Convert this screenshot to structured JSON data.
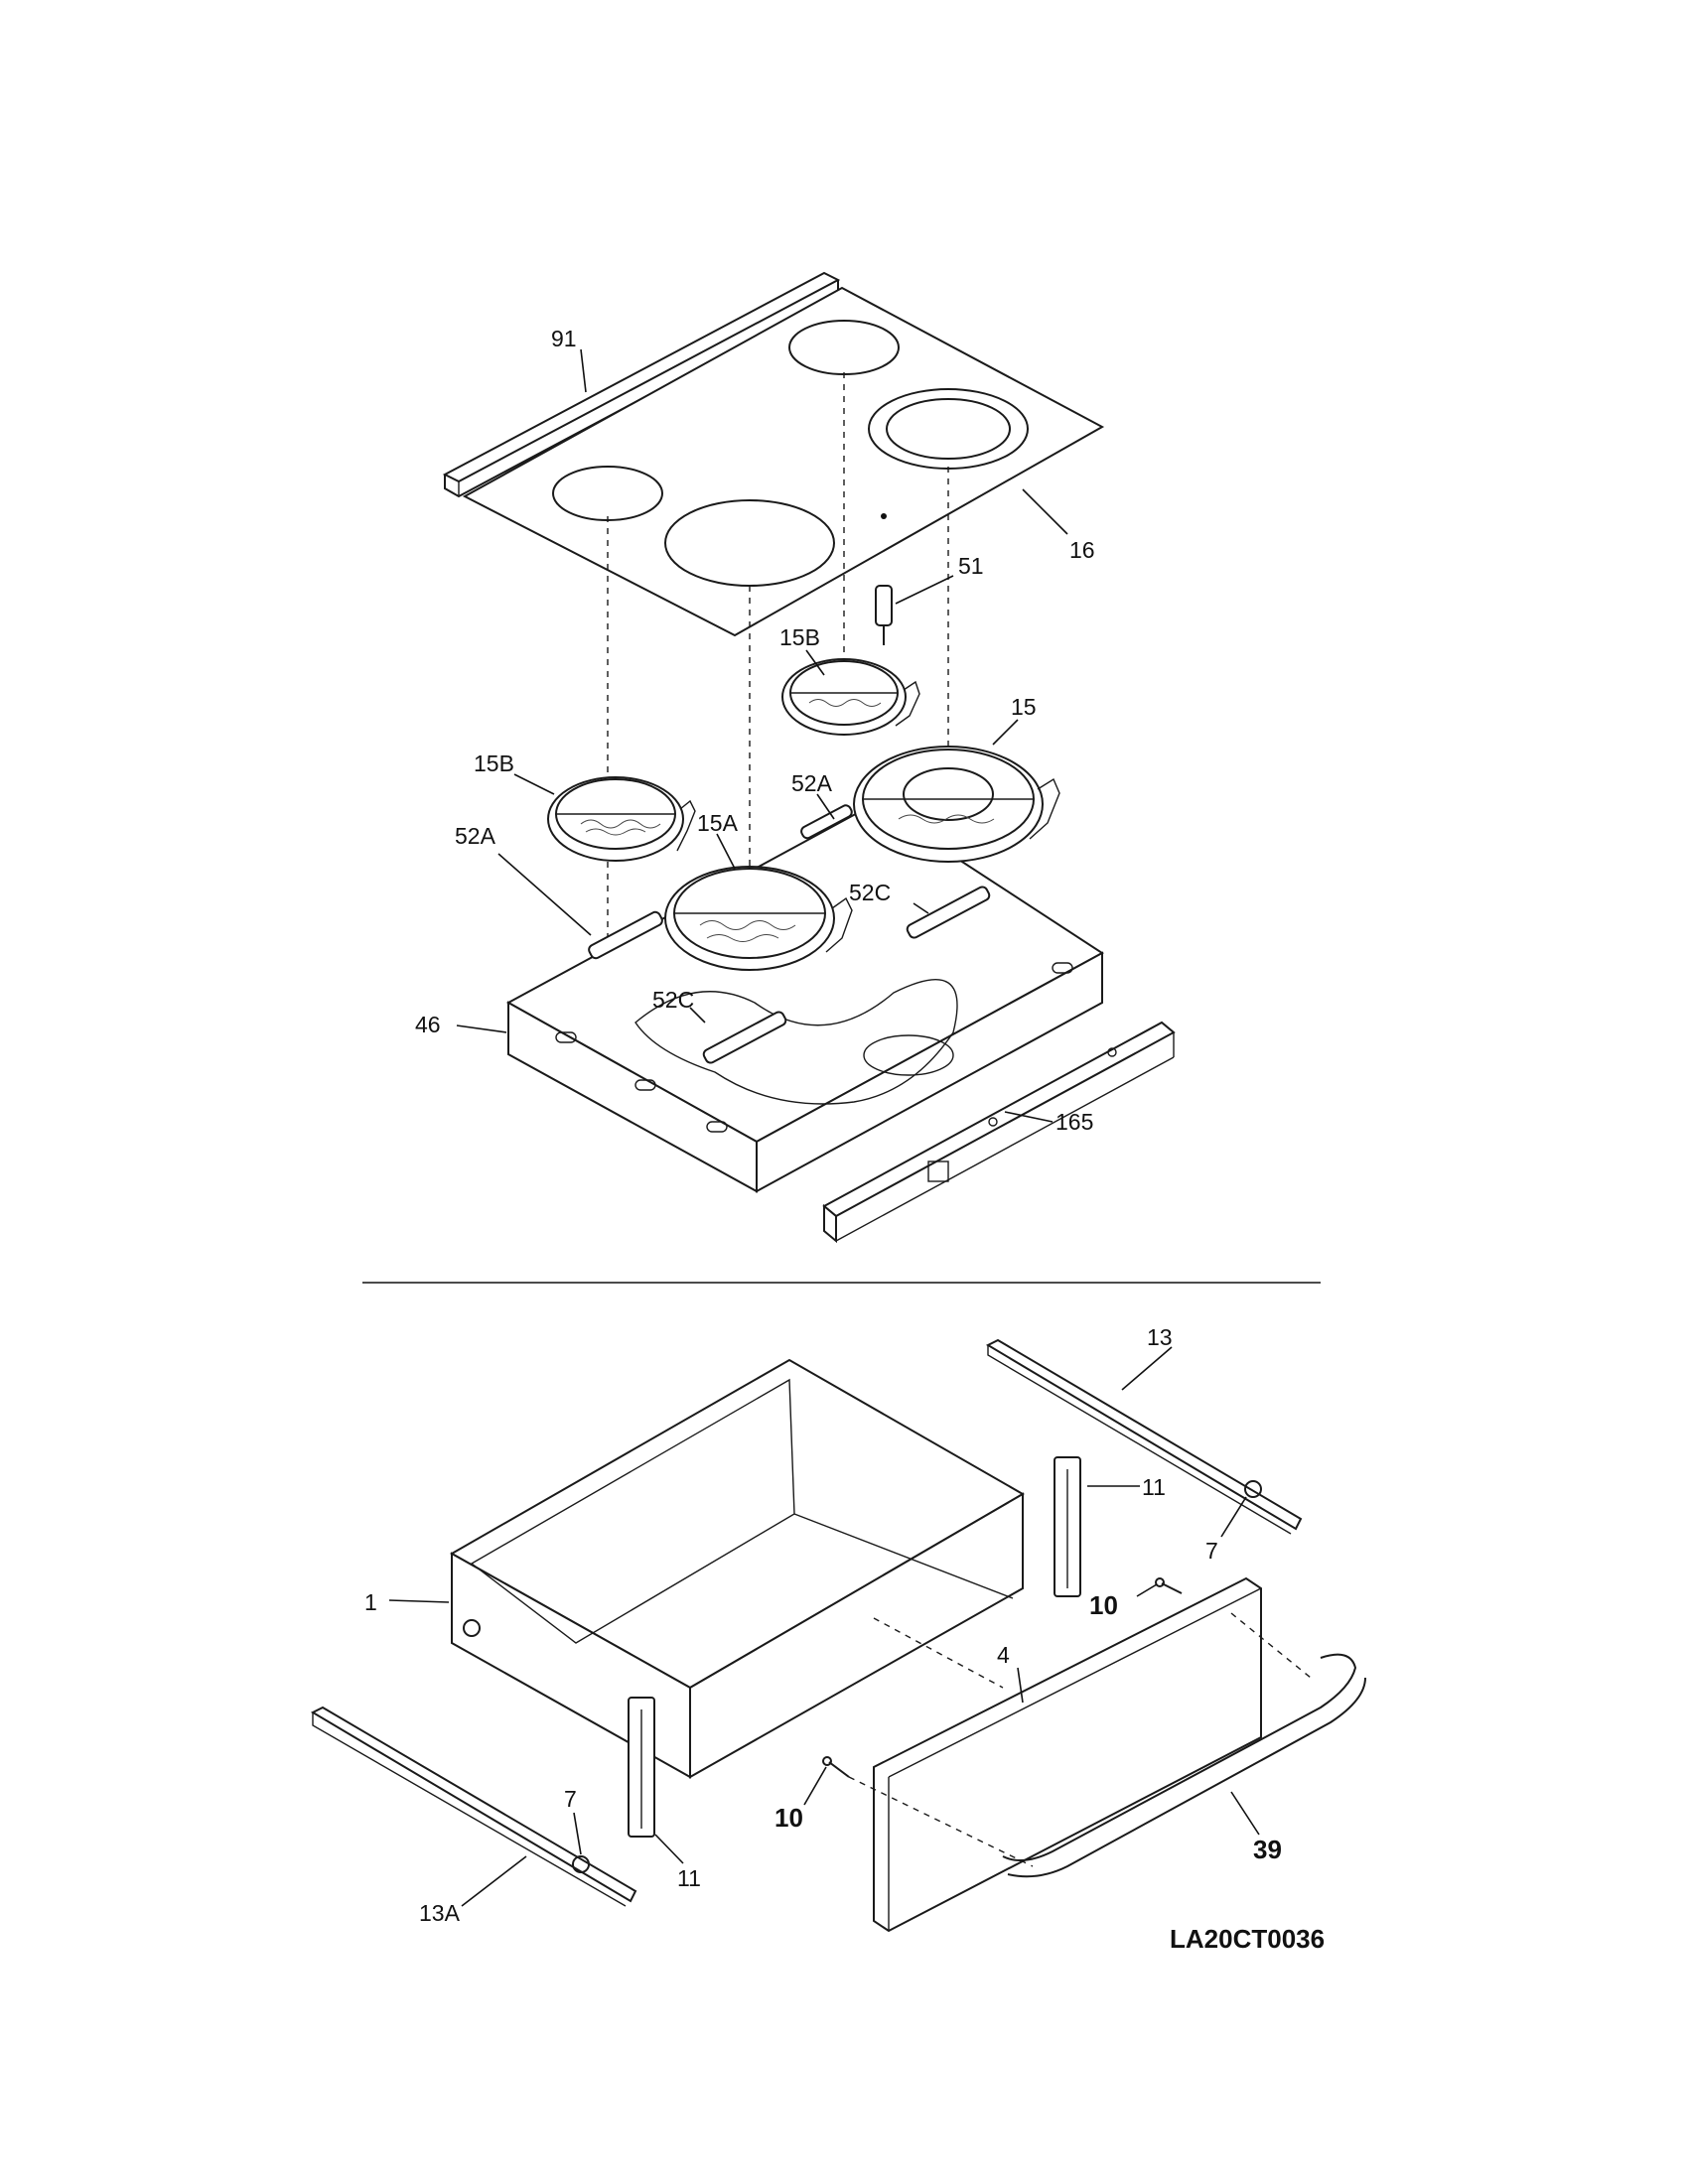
{
  "diagram_id": "LA20CT0036",
  "callouts": {
    "c91": "91",
    "c16": "16",
    "c51": "51",
    "c15B_right": "15B",
    "c15": "15",
    "c15B_left": "15B",
    "c52A_right": "52A",
    "c15A": "15A",
    "c52A_left": "52A",
    "c52C_right": "52C",
    "c46": "46",
    "c52C_left": "52C",
    "c165": "165",
    "c13": "13",
    "c11_right": "11",
    "c7_right": "7",
    "c1": "1",
    "c10_right": "10",
    "c4": "4",
    "c10_left": "10",
    "c39": "39",
    "c7_left": "7",
    "c11_left": "11",
    "c13A": "13A"
  }
}
